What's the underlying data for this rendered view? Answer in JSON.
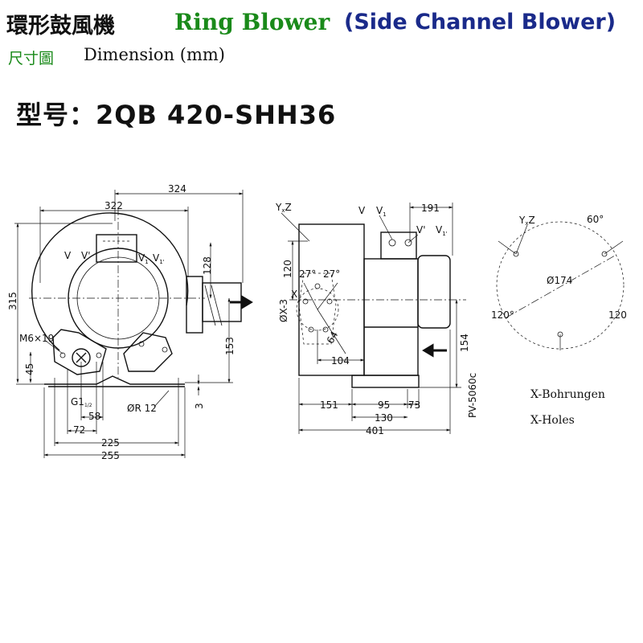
{
  "title": {
    "chinese": "環形鼓風機",
    "english": "Ring Blower",
    "subtitle": "(Side Channel Blower)"
  },
  "dimension": {
    "chinese": "尺寸圖",
    "english": "Dimension (mm)"
  },
  "model": "型号：2QB 420-SHH36",
  "front_view": {
    "dim_324": "324",
    "dim_322": "322",
    "dim_315": "315",
    "dim_128": "128",
    "dim_153": "153",
    "dim_45": "45",
    "dim_3": "3",
    "dim_58": "58",
    "dim_72": "72",
    "dim_225": "225",
    "dim_255": "255",
    "label_v": "V",
    "label_v_prime": "V'",
    "label_v1": "V",
    "label_v1_sub": "1",
    "label_v1_prime": "V",
    "label_v1_prime_sub": "1'",
    "bolt": "M6×19",
    "pipe_thread": "G1",
    "pipe_thread_sub": "1/2",
    "radius": "ØR 12"
  },
  "side_view": {
    "dim_191": "191",
    "dim_120": "120",
    "dim_x3": "ØX-3",
    "dim_x": "X",
    "dim_104": "104",
    "dim_64": "64",
    "dim_154": "154",
    "dim_151": "151",
    "dim_95": "95",
    "dim_73": "73",
    "dim_130": "130",
    "dim_401": "401",
    "angle_27a": "27°",
    "angle_27b": "27°",
    "label_yxz": "Y",
    "label_yxz_sub": "x",
    "label_yxz_z": "Z",
    "label_v": "V",
    "label_v1": "V",
    "label_v1_sub": "1",
    "label_v_prime": "V'",
    "label_v1_prime": "V",
    "label_v1_prime_sub": "1'",
    "part_no": "PV-5060c"
  },
  "hole_view": {
    "label_yxz": "Y",
    "label_yxz_sub": "x",
    "label_yxz_z": "Z",
    "angle_60": "60°",
    "angle_120a": "120°",
    "angle_120b": "120",
    "diameter": "Ø174"
  },
  "notes": {
    "de": "X-Bohrungen",
    "en": "X-Holes"
  }
}
